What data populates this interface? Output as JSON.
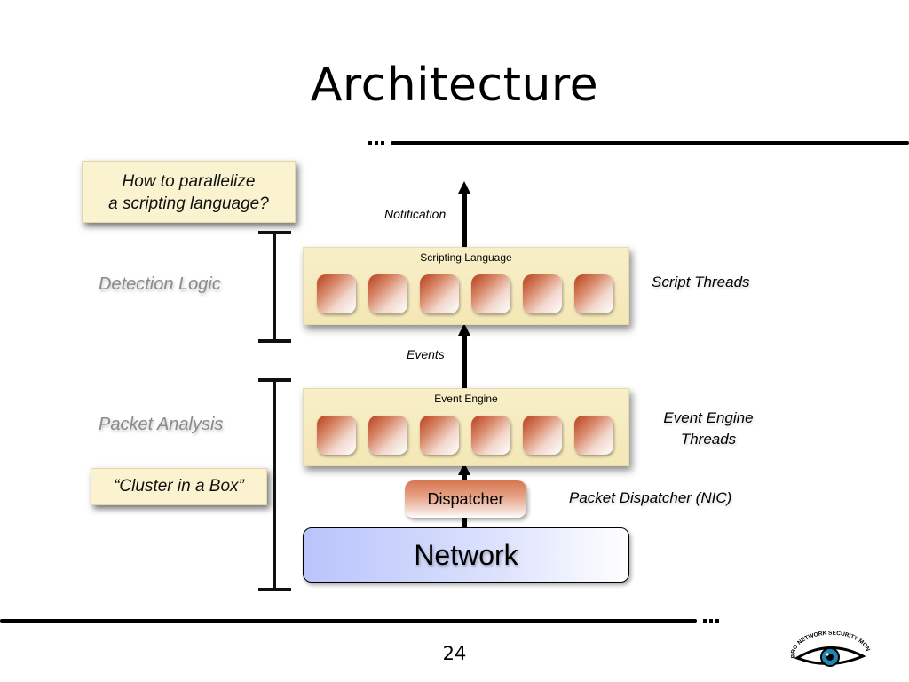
{
  "slide": {
    "title": "Architecture",
    "page_number": "24"
  },
  "notes": {
    "parallelize_line1": "How to parallelize",
    "parallelize_line2": "a scripting language?",
    "cluster": "“Cluster in a Box”"
  },
  "layers": {
    "detection_logic": "Detection Logic",
    "packet_analysis": "Packet Analysis"
  },
  "diagram": {
    "notification": "Notification",
    "events": "Events",
    "scripting_panel_title": "Scripting Language",
    "event_panel_title": "Event Engine",
    "dispatcher": "Dispatcher",
    "network": "Network",
    "script_threads": "Script Threads",
    "event_threads_line1": "Event Engine",
    "event_threads_line2": "Threads",
    "packet_dispatcher": "Packet Dispatcher (NIC)",
    "threads_per_panel": 6
  },
  "logo": {
    "name": "eye-logo-icon",
    "text": "BRO NETWORK SECURITY MONITOR"
  },
  "colors": {
    "panel": "#f6ebc0",
    "thread_cell": "#c8532b",
    "dispatcher": "#d6764f",
    "network": "#b9c4fb",
    "logo_eye": "#1e88b4"
  }
}
